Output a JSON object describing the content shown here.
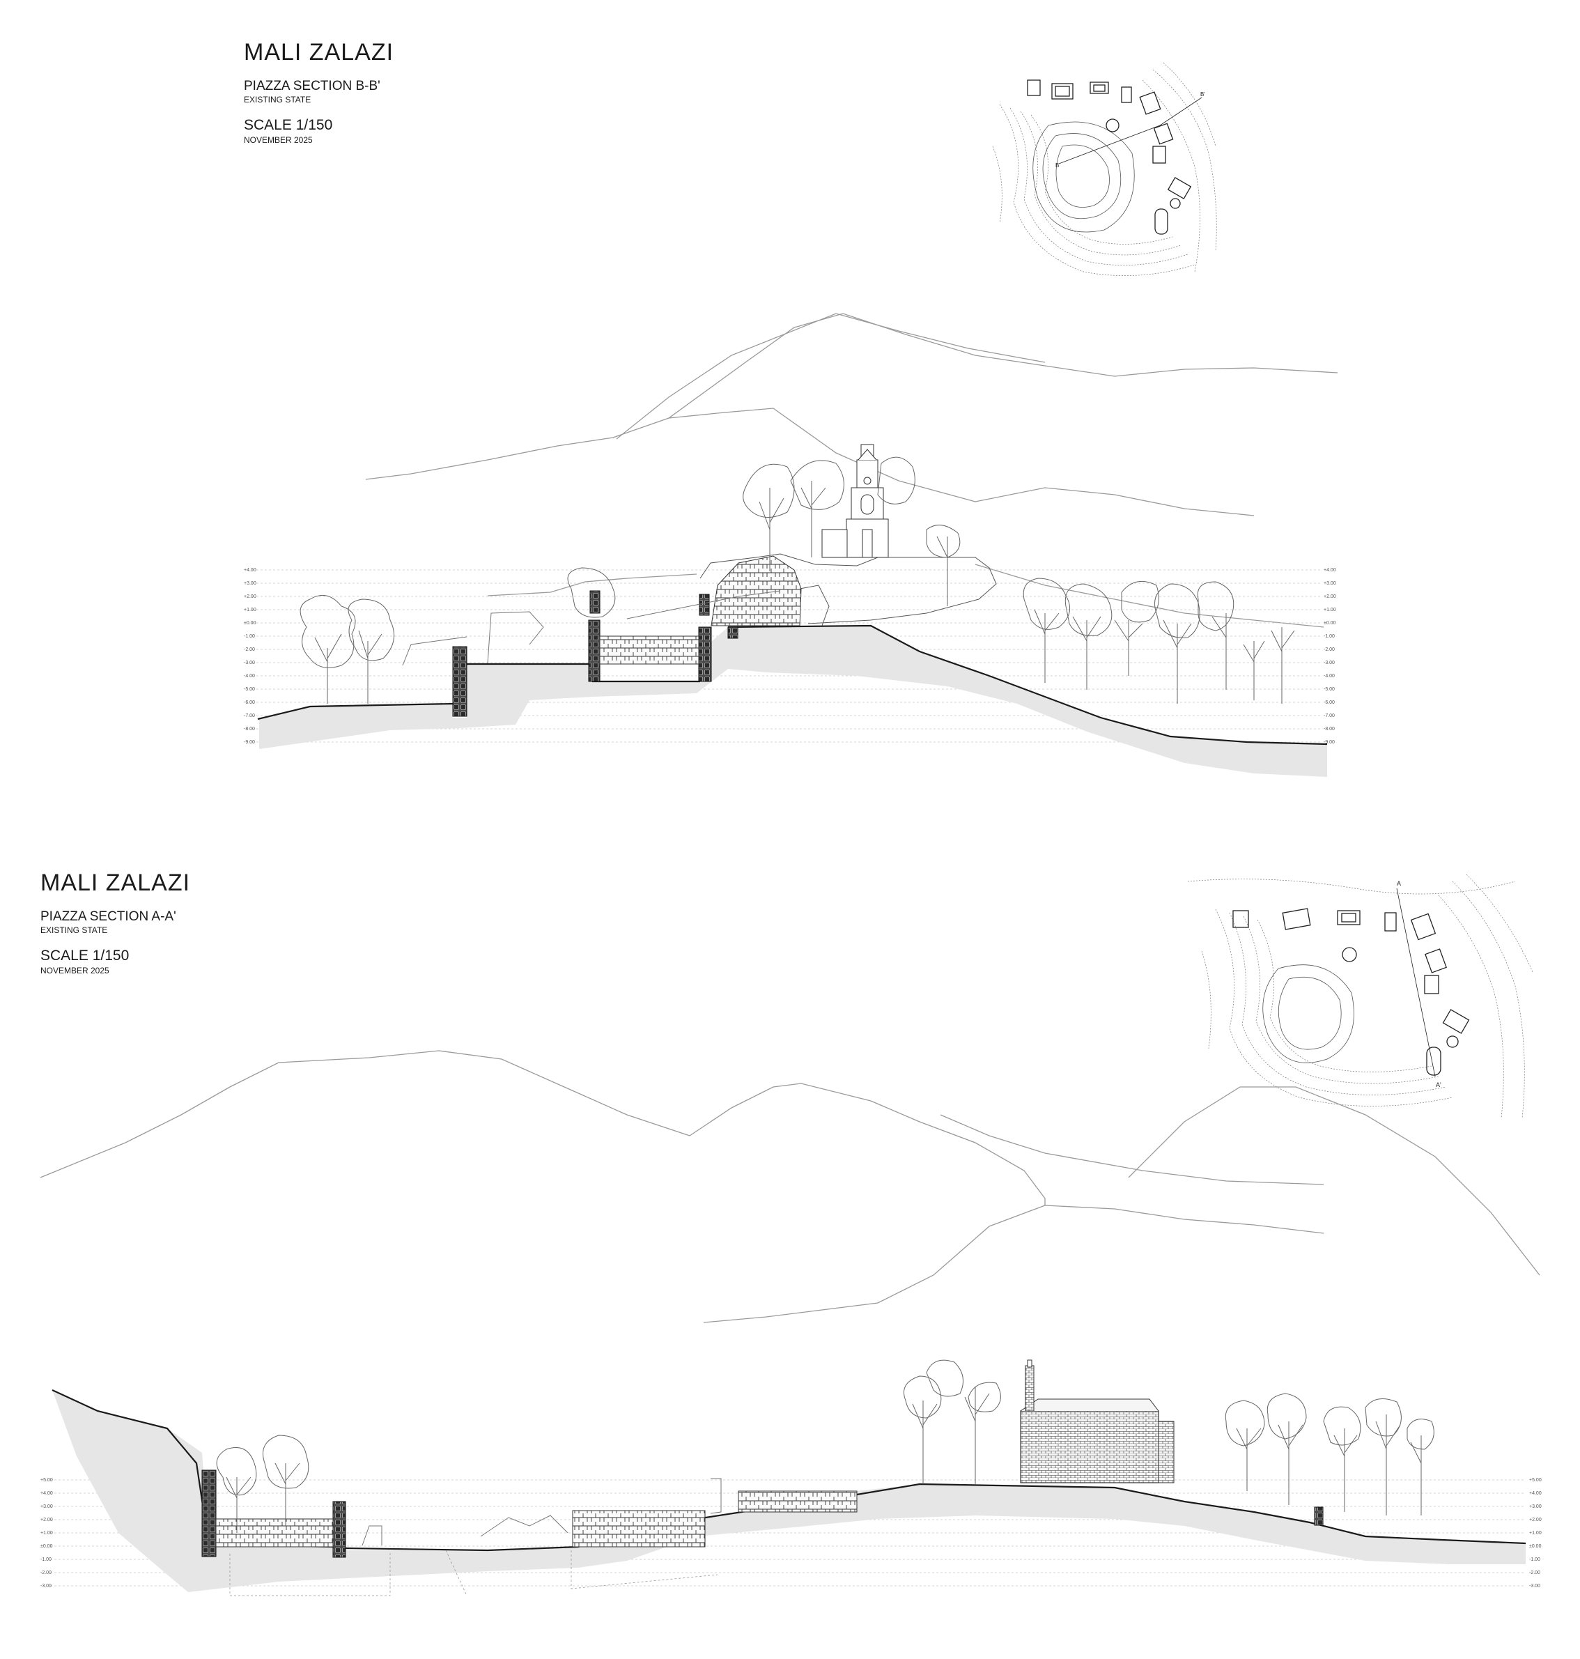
{
  "section_b": {
    "project": "MALI ZALAZI",
    "section_title": "PIAZZA SECTION B-B'",
    "state": "EXISTING STATE",
    "scale": "SCALE 1/150",
    "date": "NOVEMBER 2025",
    "levels": [
      "+4.00",
      "+3.00",
      "+2.00",
      "+1.00",
      "±0.00",
      "-1.00",
      "-2.00",
      "-3.00",
      "-4.00",
      "-5.00",
      "-6.00",
      "-7.00",
      "-8.00",
      "-9.00"
    ]
  },
  "section_a": {
    "project": "MALI ZALAZI",
    "section_title": "PIAZZA SECTION A-A'",
    "state": "EXISTING STATE",
    "scale": "SCALE 1/150",
    "date": "NOVEMBER 2025",
    "levels": [
      "+5.00",
      "+4.00",
      "+3.00",
      "+2.00",
      "+1.00",
      "±0.00",
      "-1.00",
      "-2.00",
      "-3.00"
    ]
  },
  "colors": {
    "line": "#1a1a1a",
    "thin_line": "#888888",
    "ground_fill": "#e6e6e6",
    "wall_fill": "#4a4a4a"
  }
}
